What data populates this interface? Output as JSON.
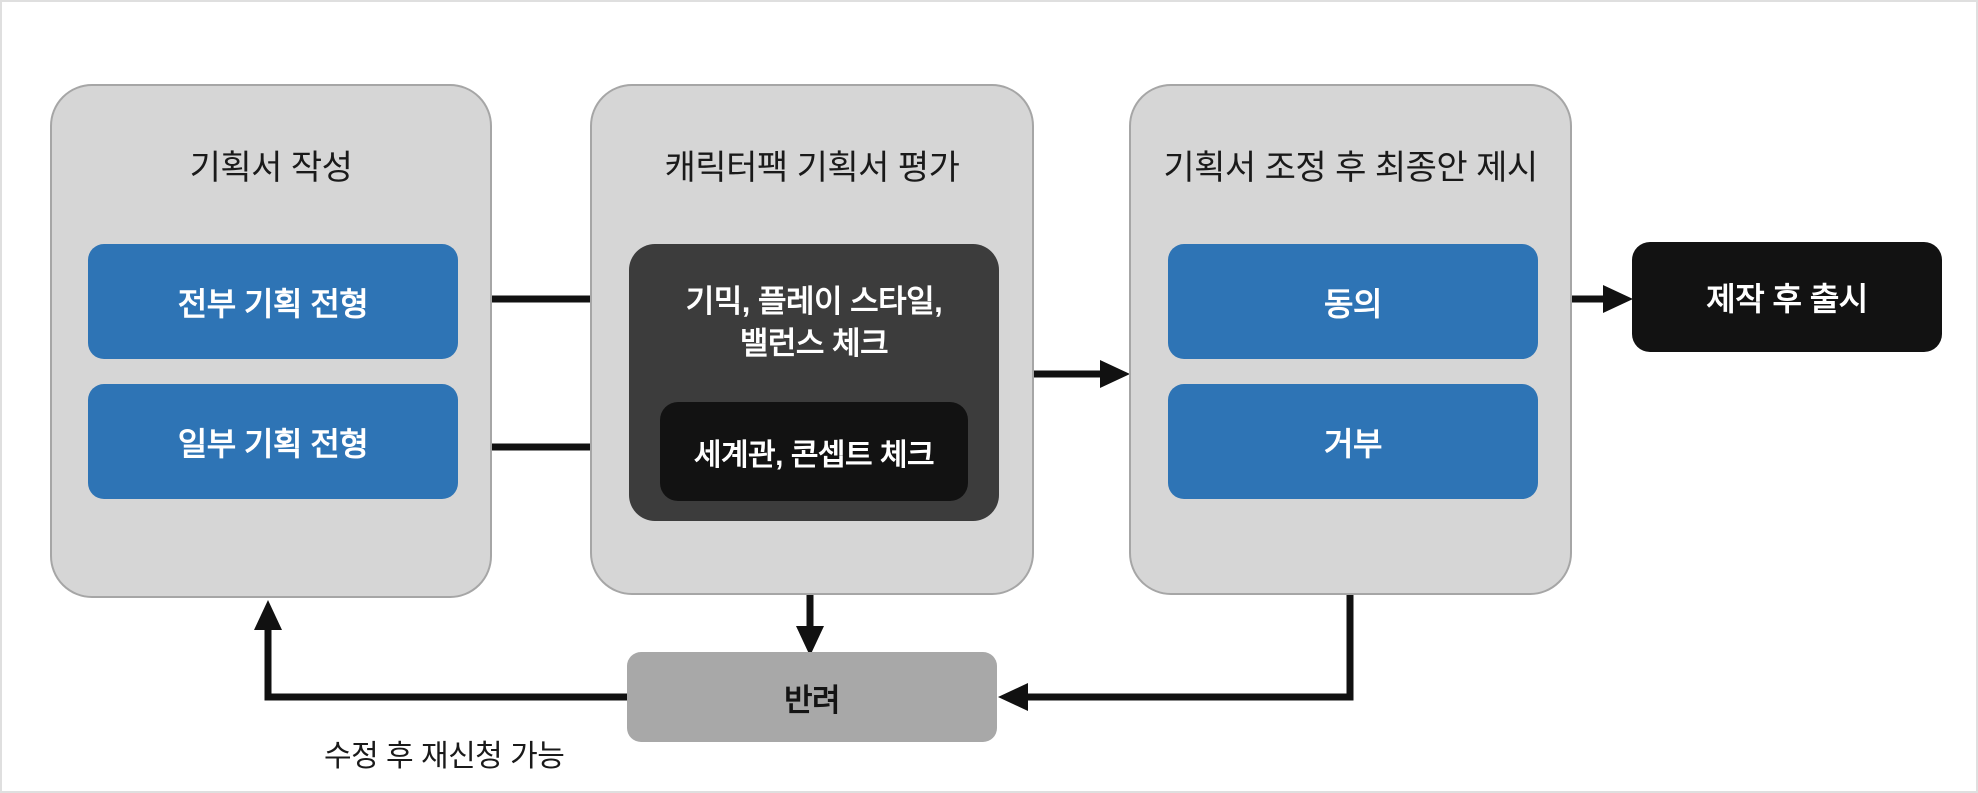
{
  "colors": {
    "accent_blue": "#2E74B5",
    "panel_fill": "#D6D6D6",
    "panel_border": "#A6A6A6",
    "dark_fill": "#3C3C3C",
    "black_fill": "#121212",
    "reject_fill": "#A8A8A8",
    "arrow": "#111111",
    "text_dark": "#1A1A1A",
    "text_light": "#FFFFFF",
    "canvas_border": "#DFDFDF"
  },
  "diagram": {
    "stage1": {
      "title": "기획서 작성",
      "options": [
        {
          "label": "전부 기획 전형"
        },
        {
          "label": "일부 기획 전형"
        }
      ]
    },
    "stage2": {
      "title": "캐릭터팩 기획서 평가",
      "full_check": {
        "line1": "기믹, 플레이 스타일,",
        "line2": "밸런스 체크"
      },
      "sub_check": {
        "label": "세계관, 콘셉트 체크"
      }
    },
    "stage3": {
      "title": "기획서 조정 후 최종안 제시",
      "options": [
        {
          "label": "동의"
        },
        {
          "label": "거부"
        }
      ]
    },
    "release": {
      "label": "제작 후 출시"
    },
    "reject": {
      "label": "반려"
    },
    "resubmit_note": "수정 후 재신청 가능"
  }
}
